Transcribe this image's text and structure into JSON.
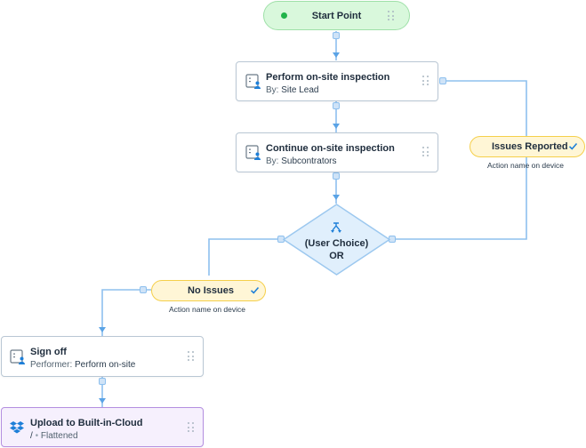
{
  "start": {
    "label": "Start Point"
  },
  "steps": [
    {
      "title": "Perform on-site inspection",
      "sub_key": "By:",
      "sub_value": "Site Lead"
    },
    {
      "title": "Continue on-site inspection",
      "sub_key": "By:",
      "sub_value": "Subcontrators"
    },
    {
      "title": "Sign off",
      "sub_key": "Performer:",
      "sub_value": "Perform on-site"
    },
    {
      "title": "Upload to Built-in-Cloud",
      "sub_key": "/",
      "sub_value": "Flattened"
    }
  ],
  "gateway": {
    "line1": "(User Choice)",
    "line2": "OR"
  },
  "outcomes": [
    {
      "label": "Issues Reported",
      "caption": "Action name on device"
    },
    {
      "label": "No Issues",
      "caption": "Action name on device"
    }
  ],
  "colors": {
    "connector": "#8ec0ee",
    "start_fill": "#d9f8dc",
    "start_border": "#9fe0a8",
    "outcome_fill": "#fff6d6",
    "outcome_border": "#f5cf4a",
    "cloud_border": "#b48fe0",
    "accent": "#1e7fd8"
  },
  "icons": {
    "steps": "task-person-icon",
    "gateway": "branch-icon",
    "outcome": "check-icon",
    "cloud": "dropbox-icon",
    "handle": "drag-handle-icon"
  }
}
